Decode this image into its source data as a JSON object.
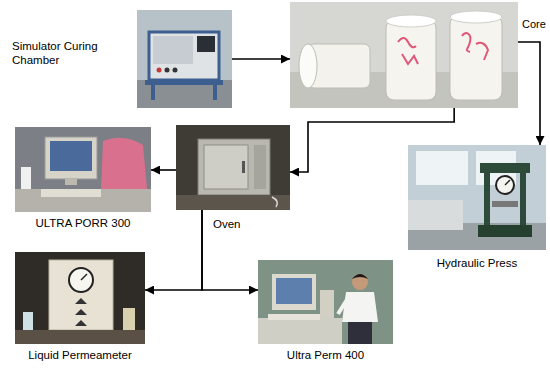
{
  "diagram": {
    "nodes": [
      {
        "text": [
          "Simulator Curing Chamber"
        ]
      },
      {
        "text": [
          "Core"
        ]
      },
      {
        "text": [
          "Hydraulic Press"
        ]
      },
      {
        "text": [
          "Oven"
        ]
      },
      {
        "text": [
          "ULTRA PORR 300"
        ]
      },
      {
        "text": [
          "Liquid Permeameter"
        ]
      },
      {
        "text": [
          "Ultra Perm 400"
        ]
      }
    ],
    "edges": [
      {
        "from": 0,
        "to": 1,
        "arrow": "to"
      },
      {
        "from": 1,
        "to": 2,
        "arrow": "to"
      },
      {
        "from": 1,
        "to": 3,
        "arrow": "to"
      },
      {
        "from": 3,
        "to": 4,
        "arrow": "to"
      },
      {
        "from": 3,
        "to": 5,
        "arrow": "to"
      },
      {
        "from": 3,
        "to": 6,
        "arrow": "to"
      }
    ]
  }
}
